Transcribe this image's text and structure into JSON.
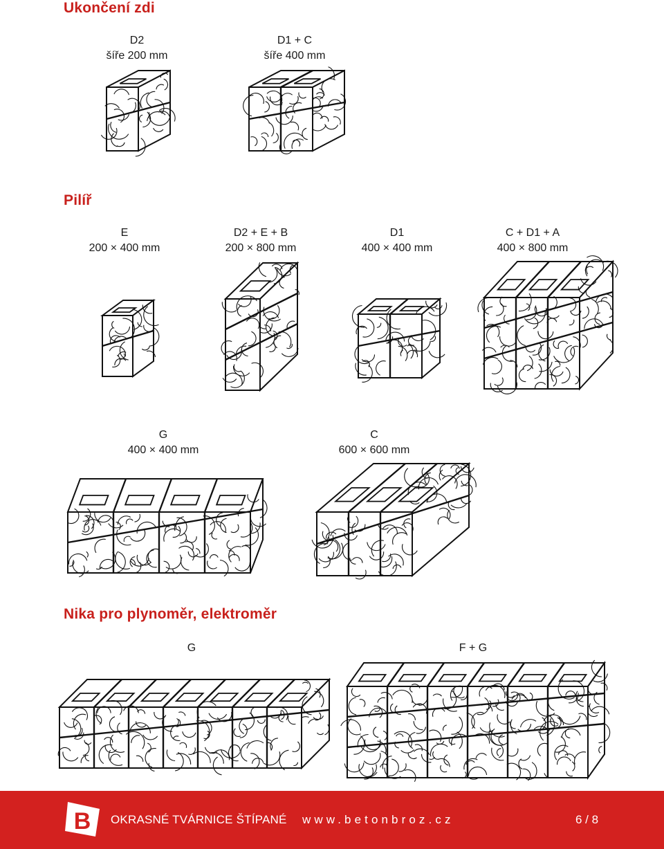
{
  "sections": {
    "wall_end": {
      "heading": "Ukončení zdi",
      "items": [
        {
          "name": "D2",
          "size": "šíře 200 mm"
        },
        {
          "name": "D1 + C",
          "size": "šíře 400 mm"
        }
      ]
    },
    "pillar": {
      "heading": "Pilíř",
      "items": [
        {
          "name": "E",
          "size": "200 × 400 mm"
        },
        {
          "name": "D2 + E + B",
          "size": "200 × 800 mm"
        },
        {
          "name": "D1",
          "size": "400 × 400 mm"
        },
        {
          "name": "C + D1 + A",
          "size": "400 × 800 mm"
        },
        {
          "name": "G",
          "size": "400 × 400 mm"
        },
        {
          "name": "C",
          "size": "600 × 600 mm"
        }
      ]
    },
    "niche": {
      "heading": "Nika pro plynoměr, elektroměr",
      "items": [
        {
          "name": "G"
        },
        {
          "name": "F + G"
        }
      ]
    }
  },
  "footer": {
    "logo_letter": "B",
    "product": "OKRASNÉ TVÁRNICE ŠTÍPANÉ",
    "website": "www.betonbroz.cz",
    "page": "6 / 8"
  },
  "colors": {
    "accent": "#c8201c",
    "footer_bg": "#d3211f",
    "text": "#1a1a1a"
  }
}
